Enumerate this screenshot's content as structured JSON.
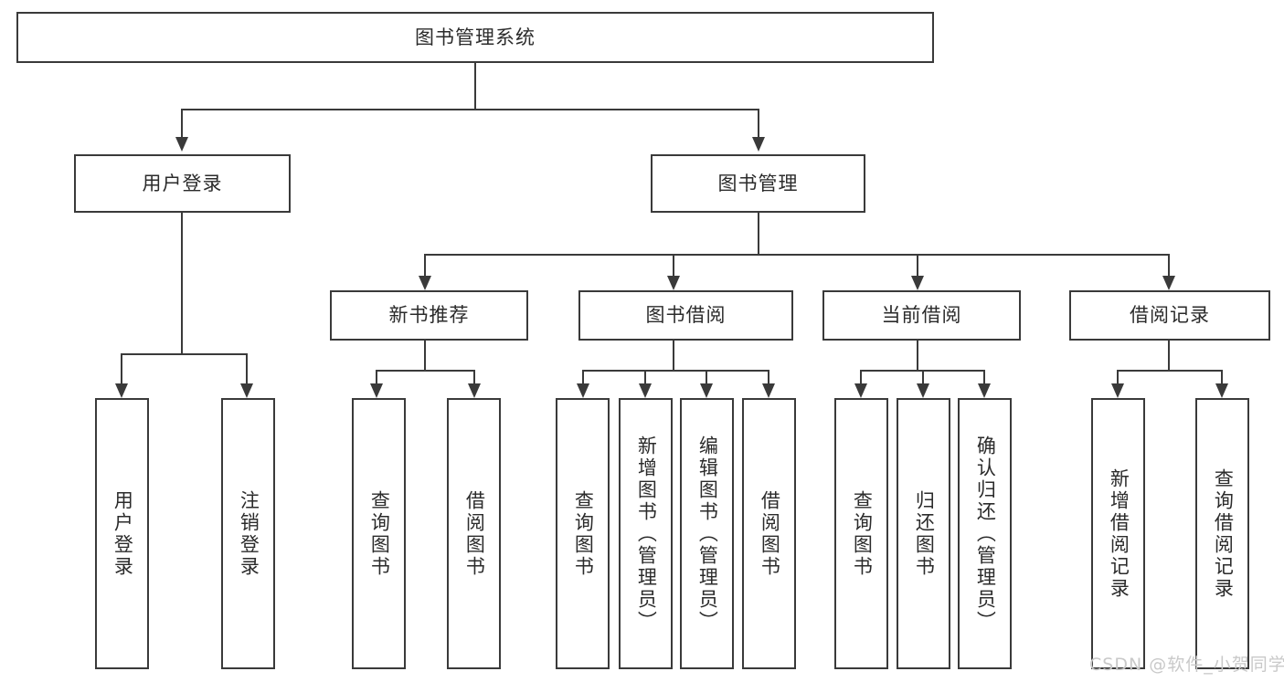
{
  "diagram": {
    "type": "tree-hierarchy-chart",
    "title": "图书管理系统",
    "root": {
      "label": "图书管理系统"
    },
    "level2": [
      {
        "id": "user-login",
        "label": "用户登录"
      },
      {
        "id": "book-manage",
        "label": "图书管理"
      }
    ],
    "level3": [
      {
        "id": "new-book-recommend",
        "label": "新书推荐",
        "parent": "book-manage"
      },
      {
        "id": "book-borrow",
        "label": "图书借阅",
        "parent": "book-manage"
      },
      {
        "id": "current-borrow",
        "label": "当前借阅",
        "parent": "book-manage"
      },
      {
        "id": "borrow-record",
        "label": "借阅记录",
        "parent": "book-manage"
      }
    ],
    "leaves": {
      "user_login": [
        {
          "label": "用户登录"
        },
        {
          "label": "注销登录"
        }
      ],
      "new_book_recommend": [
        {
          "label": "查询图书"
        },
        {
          "label": "借阅图书"
        }
      ],
      "book_borrow": [
        {
          "label": "查询图书"
        },
        {
          "label": "新增图书（管理员）"
        },
        {
          "label": "编辑图书（管理员）"
        },
        {
          "label": "借阅图书"
        }
      ],
      "current_borrow": [
        {
          "label": "查询图书"
        },
        {
          "label": "归还图书"
        },
        {
          "label": "确认归还（管理员）"
        }
      ],
      "borrow_record": [
        {
          "label": "新增借阅记录"
        },
        {
          "label": "查询借阅记录"
        }
      ]
    },
    "watermark": "CSDN @软件_小贺同学",
    "colors": {
      "border": "#3a3a3a",
      "background": "#ffffff",
      "text": "#2b2b2b",
      "watermark": "#c9c9c9"
    }
  }
}
